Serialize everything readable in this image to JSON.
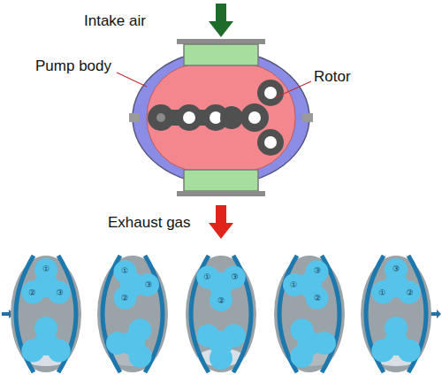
{
  "diagram": {
    "labels": [
      "Intake air",
      "Pump body",
      "Rotor",
      "Exhaust gas",
      "①",
      "②",
      "③",
      "①",
      "②",
      "③",
      "①",
      "②",
      "③",
      "①",
      "②",
      "③",
      "①",
      "②",
      "③"
    ]
  }
}
